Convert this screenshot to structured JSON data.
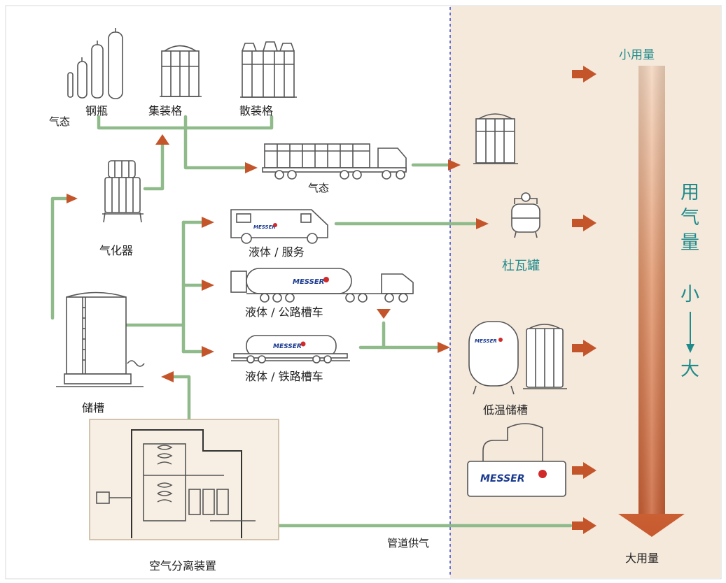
{
  "labels": {
    "gas_state_top": "气态",
    "cylinder": "钢瓶",
    "bundle": "集装格",
    "loose_rack": "散装格",
    "gas_truck": "气态",
    "vaporizer": "气化器",
    "liquid_service": "液体 / 服务",
    "liquid_road": "液体 / 公路槽车",
    "liquid_rail": "液体 / 铁路槽车",
    "storage_tank": "储槽",
    "asu": "空气分离装置",
    "pipeline": "管道供气",
    "dewar": "杜瓦罐",
    "cryo_tank": "低温储槽",
    "small_usage": "小用量",
    "large_usage": "大用量",
    "vertical_usage": [
      "用",
      "气",
      "量"
    ],
    "vertical_small": "小",
    "vertical_big": "大"
  },
  "brand": "MESSER",
  "colors": {
    "line": "#8fba8a",
    "arrow": "#c4552a",
    "right_bg": "#f5e9dc",
    "teal_text": "#1e8a8a",
    "divider": "#2b3cc7"
  }
}
